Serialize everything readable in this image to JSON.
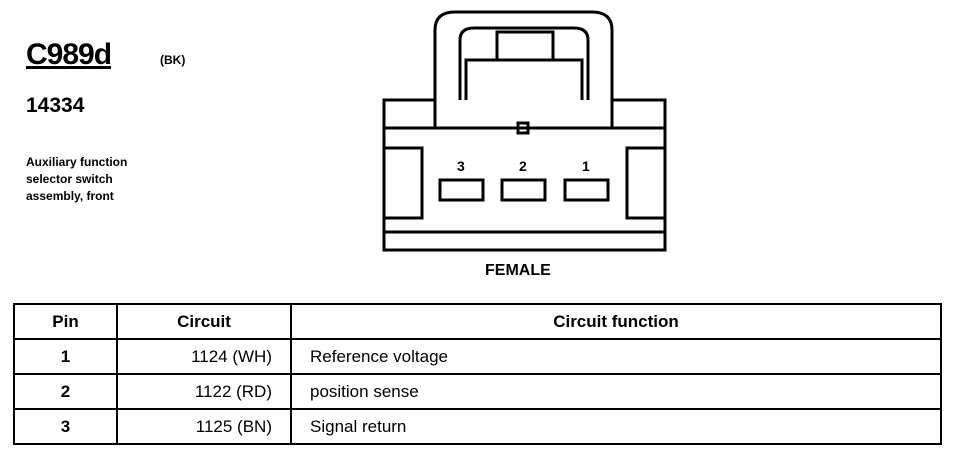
{
  "header": {
    "connector_id": "C989d",
    "color_code": "(BK)",
    "part_number": "14334",
    "description": "Auxiliary function\nselector switch\nassembly, front"
  },
  "diagram": {
    "pin_labels": [
      "3",
      "2",
      "1"
    ],
    "gender": "FEMALE"
  },
  "table": {
    "headers": {
      "pin": "Pin",
      "circuit": "Circuit",
      "function": "Circuit function"
    },
    "rows": [
      {
        "pin": "1",
        "circuit": "1124 (WH)",
        "function": "Reference voltage"
      },
      {
        "pin": "2",
        "circuit": "1122 (RD)",
        "function": "position sense"
      },
      {
        "pin": "3",
        "circuit": "1125 (BN)",
        "function": "Signal return"
      }
    ]
  }
}
